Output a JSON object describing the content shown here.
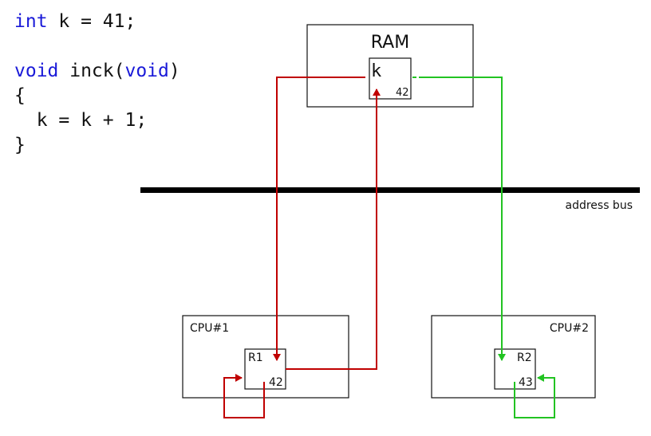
{
  "code": {
    "lines": [
      [
        {
          "t": "int",
          "kw": true
        },
        {
          "t": " k = 41;"
        }
      ],
      [
        {
          "t": ""
        }
      ],
      [
        {
          "t": "void",
          "kw": true
        },
        {
          "t": " inck("
        },
        {
          "t": "void",
          "kw": true
        },
        {
          "t": ")"
        }
      ],
      [
        {
          "t": "{"
        }
      ],
      [
        {
          "t": "  k = k + 1;"
        }
      ],
      [
        {
          "t": "}"
        }
      ]
    ]
  },
  "ram": {
    "label": "RAM",
    "cell_name": "k",
    "cell_value": "42"
  },
  "bus": {
    "label": "address bus"
  },
  "cpu1": {
    "label": "CPU#1",
    "register": "R1",
    "value": "42"
  },
  "cpu2": {
    "label": "CPU#2",
    "register": "R2",
    "value": "43"
  },
  "colors": {
    "cpu1_path": "#c00000",
    "cpu2_path": "#22c322",
    "keyword": "#1a1ad8",
    "bus": "#000000"
  }
}
